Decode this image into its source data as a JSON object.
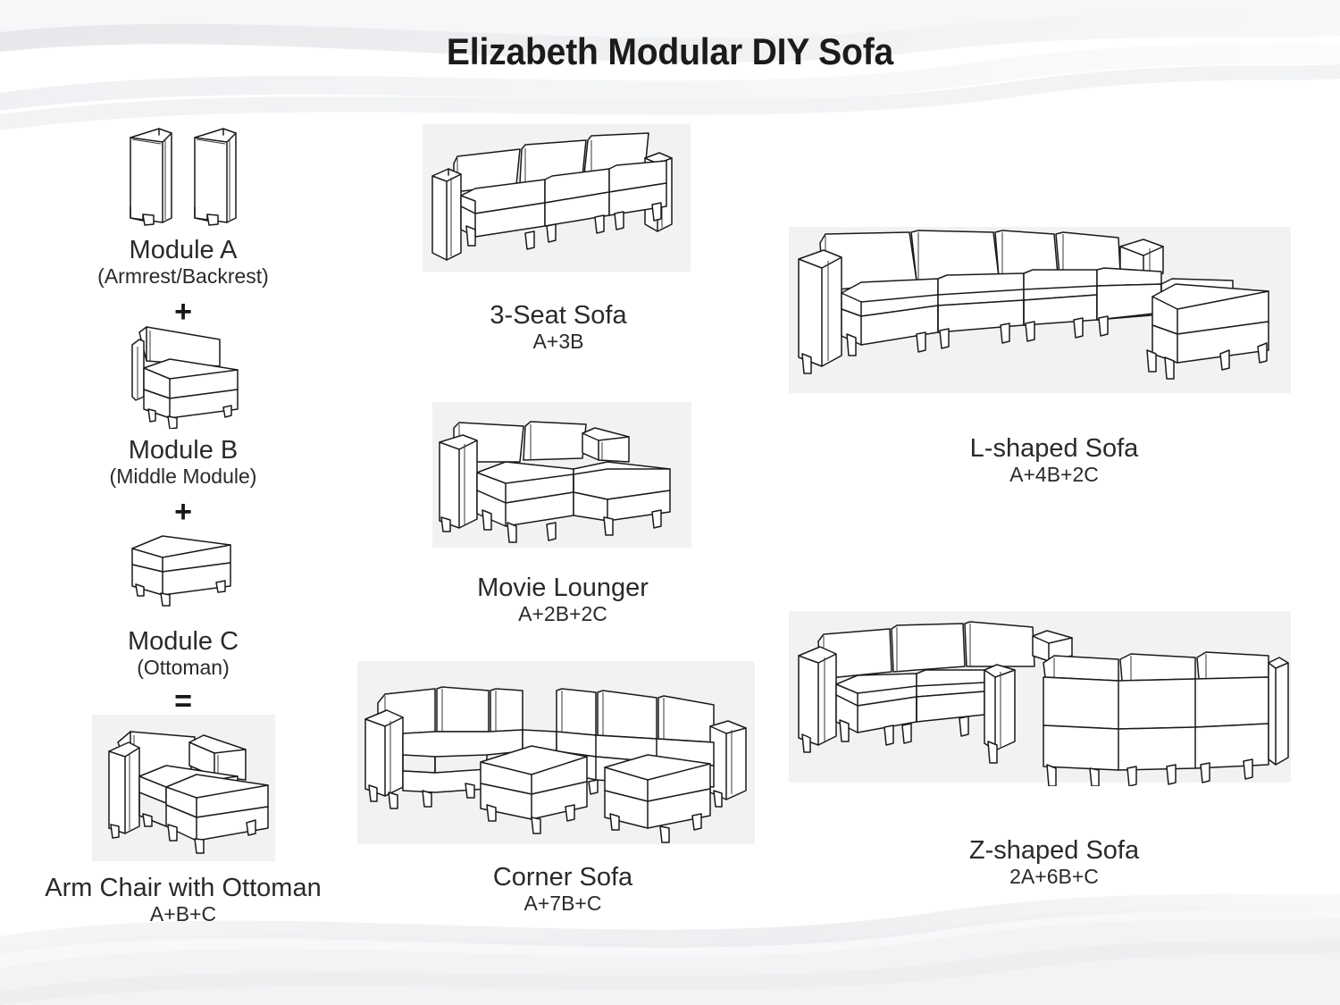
{
  "title": "Elizabeth Modular DIY Sofa",
  "symbols": {
    "plus": "+",
    "equals": "="
  },
  "modules": [
    {
      "name": "Module A",
      "sub": "(Armrest/Backrest)",
      "icon": "armrest-panels-icon"
    },
    {
      "name": "Module B",
      "sub": "(Middle Module)",
      "icon": "middle-module-icon"
    },
    {
      "name": "Module C",
      "sub": "(Ottoman)",
      "icon": "ottoman-icon"
    }
  ],
  "result": {
    "name": "Arm Chair with Ottoman",
    "formula": "A+B+C",
    "icon": "arm-chair-with-ottoman-icon"
  },
  "configurations": [
    {
      "name": "3-Seat Sofa",
      "formula": "A+3B",
      "icon": "three-seat-sofa-icon"
    },
    {
      "name": "Movie Lounger",
      "formula": "A+2B+2C",
      "icon": "movie-lounger-icon"
    },
    {
      "name": "Corner Sofa",
      "formula": "A+7B+C",
      "icon": "corner-sofa-icon"
    },
    {
      "name": "L-shaped Sofa",
      "formula": "A+4B+2C",
      "icon": "l-shaped-sofa-icon"
    },
    {
      "name": "Z-shaped Sofa",
      "formula": "2A+6B+C",
      "icon": "z-shaped-sofa-icon"
    }
  ],
  "colors": {
    "background": "#ffffff",
    "panel": "#f2f2f2",
    "line": "#1a1a1a",
    "text": "#2a2a2a",
    "wave": "#e9eaec"
  }
}
